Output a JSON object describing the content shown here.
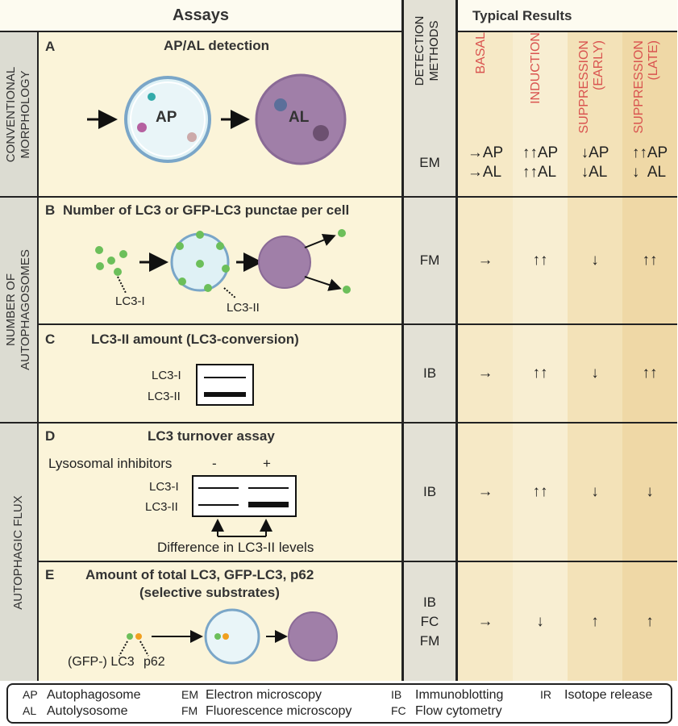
{
  "header": {
    "assays": "Assays",
    "detection": "DETECTION METHODS",
    "results": "Typical Results"
  },
  "result_columns": [
    "BASAL",
    "INDUCTION",
    "SUPPRESSION (EARLY)",
    "SUPPRESSION (LATE)"
  ],
  "side_labels": [
    "CONVENTIONAL MORPHOLOGY",
    "NUMBER OF AUTOPHAGOSOMES",
    "AUTOPHAGIC FLUX"
  ],
  "rows": [
    {
      "letter": "A",
      "title": "AP/AL detection",
      "labels": [
        "AP",
        "AL"
      ],
      "method": "EM",
      "results": [
        "→AP\n→AL",
        "↑↑AP\n↑↑AL",
        "↓AP\n↓AL",
        "↑↑AP\n↓  AL"
      ]
    },
    {
      "letter": "B",
      "title": "Number of LC3 or GFP-LC3 punctae per cell",
      "labels": [
        "LC3-I",
        "LC3-II"
      ],
      "method": "FM",
      "results": [
        "→",
        "↑↑",
        "↓",
        "↑↑"
      ]
    },
    {
      "letter": "C",
      "title": "LC3-II amount (LC3-conversion)",
      "labels": [
        "LC3-I",
        "LC3-II"
      ],
      "method": "IB",
      "results": [
        "→",
        "↑↑",
        "↓",
        "↑↑"
      ]
    },
    {
      "letter": "D",
      "title": "LC3 turnover assay",
      "labels": [
        "Lysosomal inhibitors",
        "-",
        "+",
        "LC3-I",
        "LC3-II",
        "Difference in LC3-II levels"
      ],
      "method": "IB",
      "results": [
        "→",
        "↑↑",
        "↓",
        "↓"
      ]
    },
    {
      "letter": "E",
      "title": "Amount of total LC3, GFP-LC3, p62",
      "subtitle": "(selective substrates)",
      "labels": [
        "(GFP-) LC3",
        "p62"
      ],
      "method": "IB\nFC\nFM",
      "results": [
        "→",
        "↓",
        "↑",
        "↑"
      ]
    }
  ],
  "legend": [
    {
      "abbr": "AP",
      "text": "Autophagosome"
    },
    {
      "abbr": "AL",
      "text": "Autolysosome"
    },
    {
      "abbr": "EM",
      "text": "Electron microscopy"
    },
    {
      "abbr": "FM",
      "text": "Fluorescence microscopy"
    },
    {
      "abbr": "IB",
      "text": "Immunoblotting"
    },
    {
      "abbr": "FC",
      "text": "Flow cytometry"
    },
    {
      "abbr": "IR",
      "text": "Isotope release"
    }
  ]
}
